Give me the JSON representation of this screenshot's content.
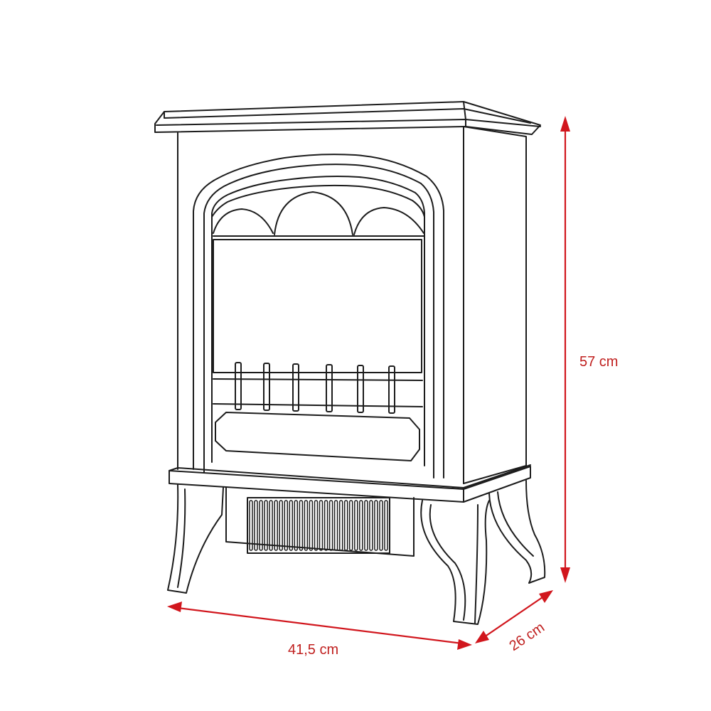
{
  "dimensions": {
    "height": "57 cm",
    "width": "41,5 cm",
    "depth": "26 cm"
  },
  "colors": {
    "dimension_line": "#d1161d",
    "dimension_text": "#c0201f",
    "outline": "#1c1c1c",
    "background": "#ffffff"
  }
}
